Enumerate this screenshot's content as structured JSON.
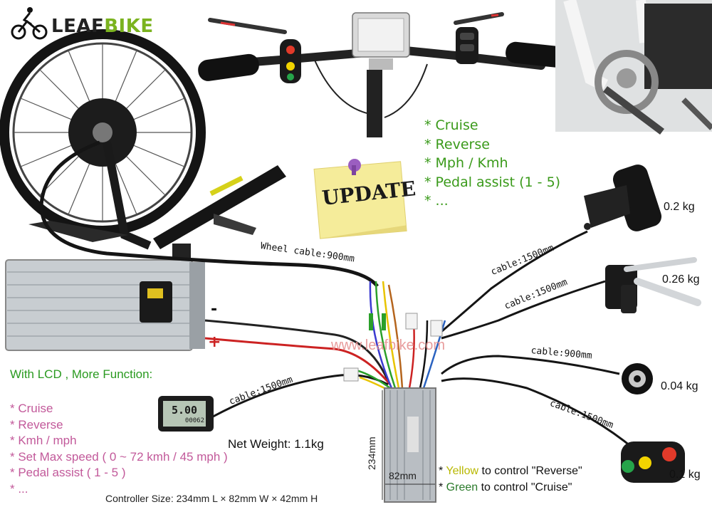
{
  "logo": {
    "part1": "LEAF",
    "part2": "BIKE"
  },
  "update_note": "UPDATE",
  "display_functions": [
    "* Cruise",
    "* Reverse",
    "* Mph / Kmh",
    "* Pedal assist (1 - 5)",
    "* ..."
  ],
  "lcd_section": {
    "title": "With LCD , More Function:",
    "items": [
      "* Cruise",
      "* Reverse",
      "* Kmh / mph",
      "* Set Max speed ( 0 ~ 72 kmh / 45 mph )",
      "* Pedal assist ( 1 - 5 )",
      "* ..."
    ]
  },
  "cables": {
    "wheel": "Wheel cable:900mm",
    "throttle": "cable:1500mm",
    "brake": "cable:1500mm",
    "pas": "cable:900mm",
    "switch": "cable:1500mm",
    "lcd": "cable:1500mm"
  },
  "weights": {
    "throttle": "0.2 kg",
    "brake": "0.26 kg",
    "pas": "0.04 kg",
    "switch": "0.1 kg"
  },
  "battery": {
    "minus": "-",
    "plus": "+"
  },
  "watermark": "www.leafbike.com",
  "lcd_screen": {
    "speed": "5.00",
    "odo": "00062"
  },
  "controller": {
    "net_weight": "Net Weight: 1.1kg",
    "height": "234mm",
    "width": "82mm",
    "size": "Controller Size: 234mm L × 82mm W × 42mm H"
  },
  "notes": [
    {
      "prefix": "* ",
      "color_word": "Yellow",
      "color": "#b8b800",
      "rest": " to control \"Reverse\""
    },
    {
      "prefix": "* ",
      "color_word": "Green",
      "color": "#2a7a2a",
      "rest": " to control \"Cruise\""
    }
  ],
  "colors": {
    "green_text": "#3a9a1a",
    "pink_text": "#c2599a",
    "logo_green": "#7bb31f",
    "battery": "#c8cdd1",
    "sticky": "#f5ec9a"
  }
}
